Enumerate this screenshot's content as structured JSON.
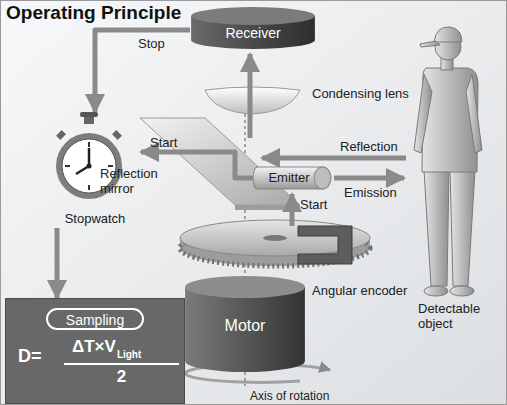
{
  "diagram": {
    "title": "Operating Principle",
    "nodes": [
      {
        "text": [
          "Receiver"
        ]
      },
      {
        "text": [
          "Stopwatch"
        ]
      },
      {
        "text": [
          "Emitter"
        ]
      },
      {
        "text": [
          "D=",
          "ΔT×V",
          "Light",
          "2"
        ]
      },
      {
        "text": [
          "Sampling"
        ],
        "in": 3
      },
      {
        "text": [
          "Motor"
        ]
      }
    ],
    "edges": [
      {
        "from": 0,
        "to": 1,
        "label": "Stop",
        "arrow": "to"
      },
      {
        "from": 1,
        "to": 3,
        "arrow": "to"
      },
      {
        "from": 2,
        "to": 1,
        "label": "Start",
        "arrow": "to"
      }
    ],
    "labels": [
      "Condensing lens",
      "Reflection",
      "Reflection mirror",
      "Emission",
      "Start",
      "Angular encoder",
      "Detectable object",
      "Axis of rotation"
    ]
  }
}
